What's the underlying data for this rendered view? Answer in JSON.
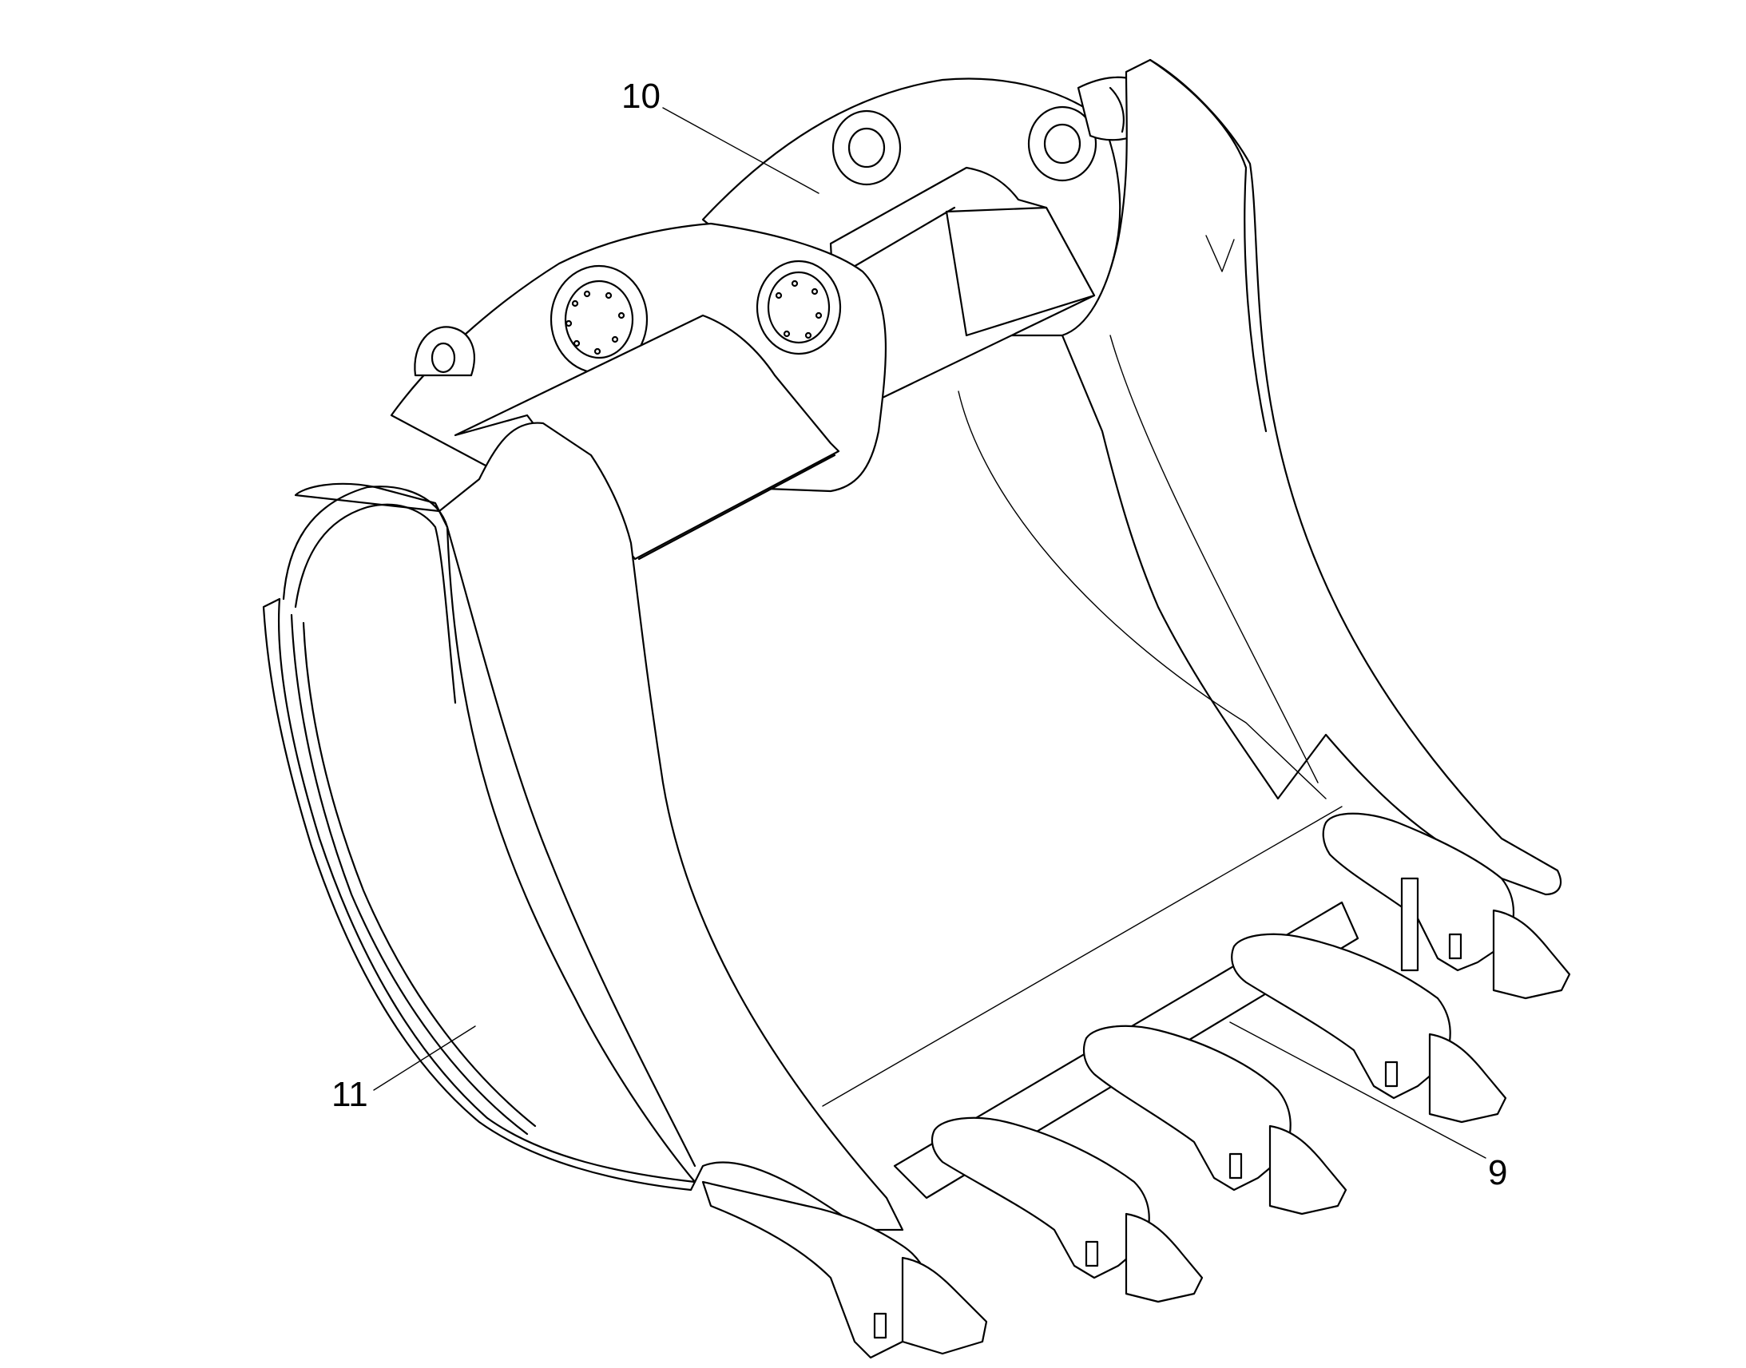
{
  "figure": {
    "callouts": [
      {
        "id": "c10",
        "label": "10"
      },
      {
        "id": "c11",
        "label": "11"
      },
      {
        "id": "c9",
        "label": "9"
      }
    ]
  }
}
